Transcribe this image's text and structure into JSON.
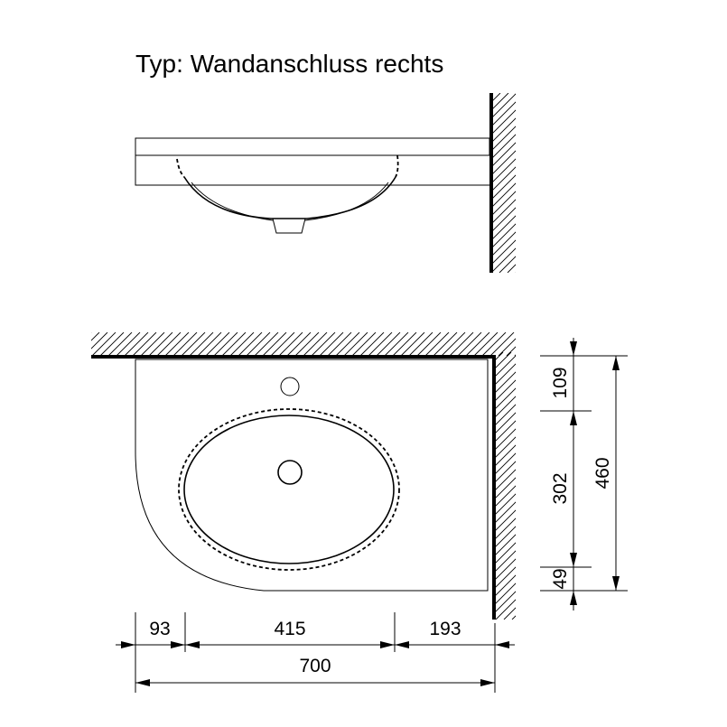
{
  "title": "Typ: Wandanschluss rechts",
  "dimensions": {
    "horizontal": {
      "left": "93",
      "middle": "415",
      "right": "193",
      "total": "700"
    },
    "vertical": {
      "top": "109",
      "middle": "302",
      "bottom": "49",
      "total": "460"
    }
  }
}
